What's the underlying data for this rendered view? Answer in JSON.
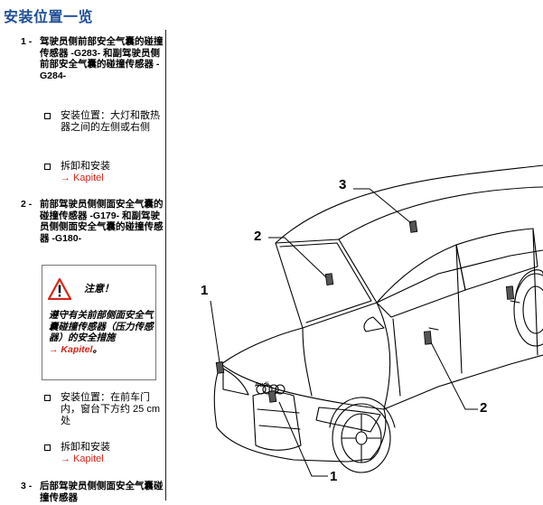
{
  "page": {
    "title": "安装位置一览"
  },
  "items": [
    {
      "num": "1 -",
      "text": "驾驶员侧前部安全气囊的碰撞传感器 -G283- 和副驾驶员侧前部安全气囊的碰撞传感器 -G284-",
      "subs": [
        {
          "text": "安装位置：大灯和散热器之间的左侧或右侧",
          "link": ""
        },
        {
          "text": "拆卸和安装",
          "link": "→ Kapitel"
        }
      ]
    },
    {
      "num": "2 -",
      "text": "前部驾驶员侧侧面安全气囊的碰撞传感器 -G179- 和副驾驶员侧侧面安全气囊的碰撞传感器 -G180-",
      "caution": {
        "title": "注意！",
        "text": "遵守有关前部侧面安全气囊碰撞传感器（压力传感器）的安全措施",
        "link": "→ Kapitel",
        "suffix": "。"
      },
      "subs": [
        {
          "text": "安装位置：在前车门内，窗台下方约 25 cm 处",
          "link": ""
        },
        {
          "text": "拆卸和安装",
          "link": "→ Kapitel"
        }
      ]
    },
    {
      "num": "3 -",
      "text": "后部驾驶员侧侧面安全气囊碰撞传感器"
    }
  ],
  "figure": {
    "callouts": [
      "1",
      "2",
      "3",
      "1",
      "2"
    ],
    "logo_text": "Audi"
  }
}
